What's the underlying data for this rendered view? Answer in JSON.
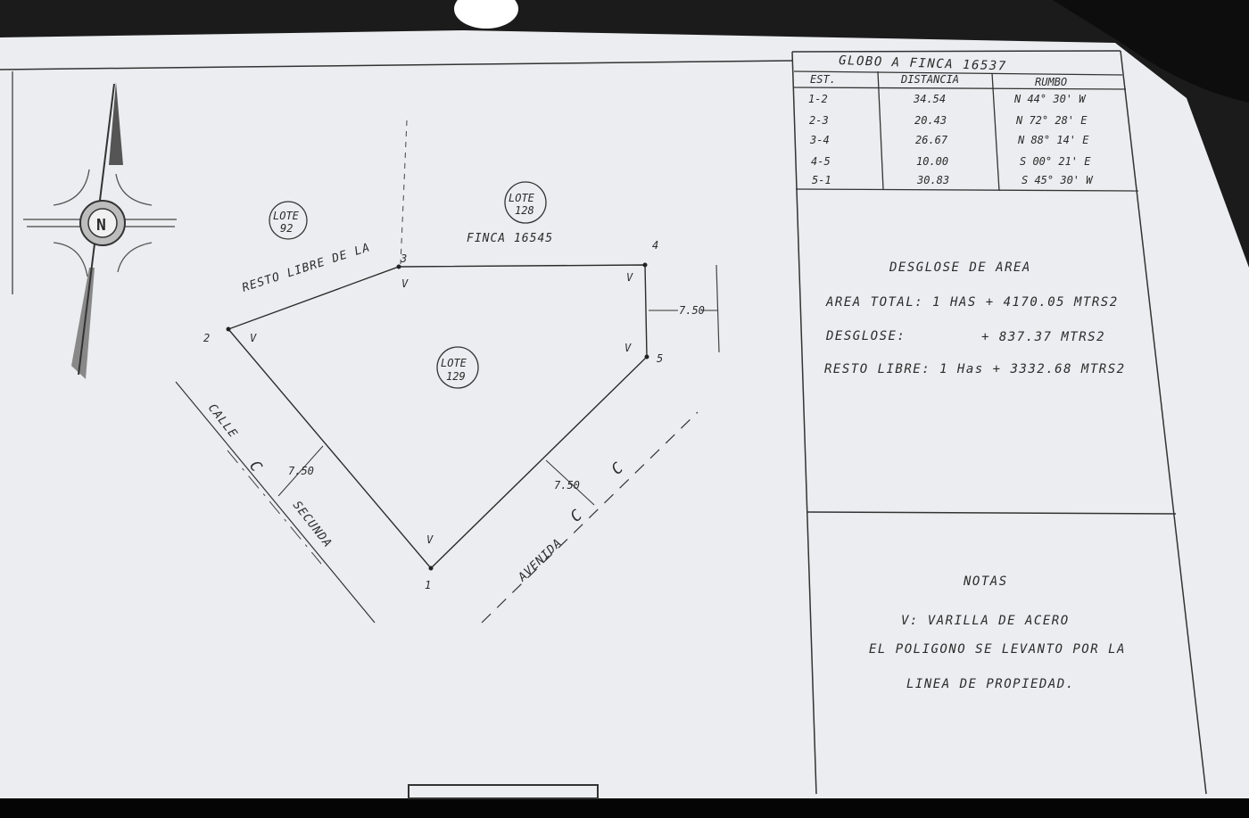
{
  "table": {
    "title": "GLOBO A   FINCA 16537",
    "headers": {
      "est": "EST.",
      "dist": "DISTANCIA",
      "rumbo": "RUMBO"
    },
    "rows": [
      {
        "est": "1-2",
        "dist": "34.54",
        "rumbo": "N 44° 30' W"
      },
      {
        "est": "2-3",
        "dist": "20.43",
        "rumbo": "N 72° 28' E"
      },
      {
        "est": "3-4",
        "dist": "26.67",
        "rumbo": "N 88° 14' E"
      },
      {
        "est": "4-5",
        "dist": "10.00",
        "rumbo": "S 00° 21' E"
      },
      {
        "est": "5-1",
        "dist": "30.83",
        "rumbo": "S 45° 30' W"
      }
    ]
  },
  "area": {
    "title": "DESGLOSE DE AREA",
    "total": "AREA TOTAL: 1 HAS + 4170.05 MTRS2",
    "desglose_label": "DESGLOSE:",
    "desglose_value": "+ 837.37 MTRS2",
    "resto": "RESTO LIBRE: 1 Has + 3332.68 MTRS2"
  },
  "notes": {
    "title": "NOTAS",
    "line1": "V: VARILLA DE ACERO",
    "line2": "EL POLIGONO SE LEVANTO POR LA",
    "line3": "LINEA DE PROPIEDAD."
  },
  "plan": {
    "north": "N",
    "lote92": {
      "top": "LOTE",
      "num": "92"
    },
    "lote128": {
      "top": "LOTE",
      "num": "128"
    },
    "lote129": {
      "top": "LOTE",
      "num": "129"
    },
    "finca": "FINCA 16545",
    "resto_label": "RESTO LIBRE DE LA",
    "calle": "CALLE",
    "secunda": "SECUNDA",
    "avenida": "AVENIDA",
    "centerline": "C",
    "dims": {
      "east": "7.50",
      "sw": "7.50",
      "se": "7.50"
    },
    "vertices": [
      "1",
      "2",
      "3",
      "4",
      "5"
    ],
    "v_mark": "V"
  }
}
